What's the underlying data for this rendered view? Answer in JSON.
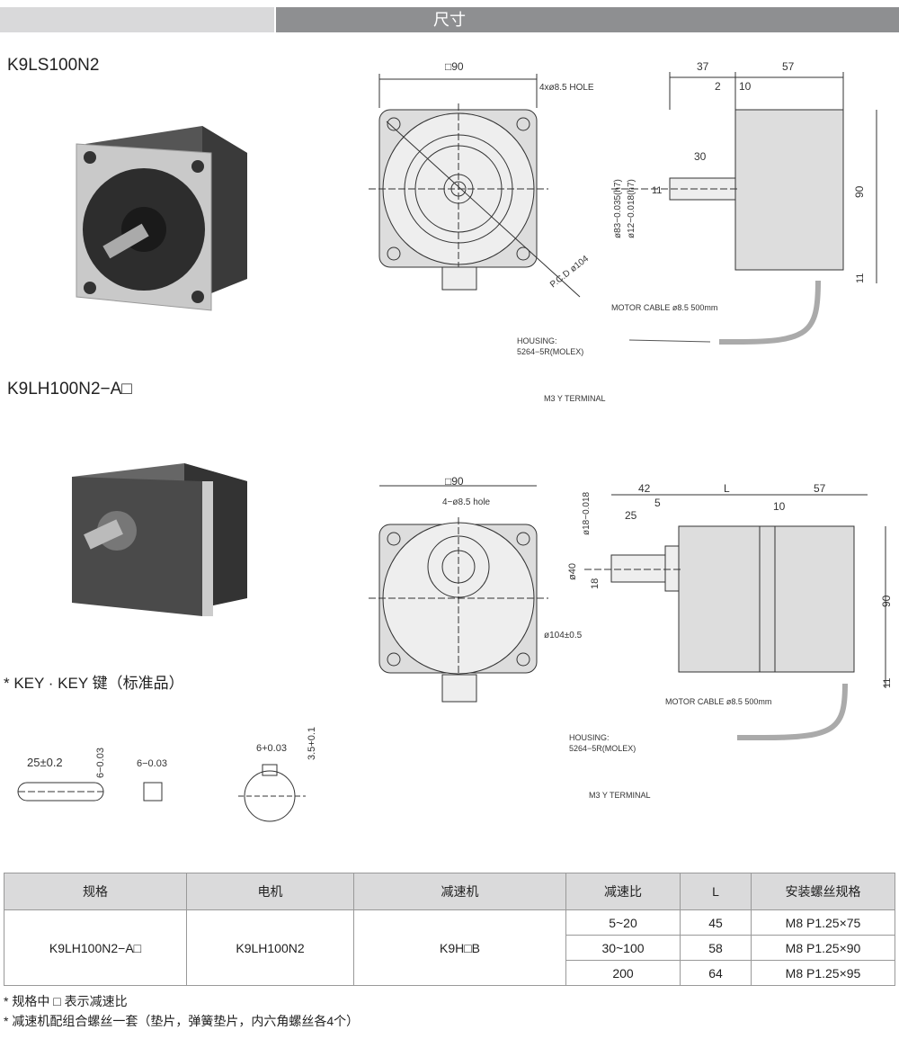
{
  "header": {
    "title": "尺寸"
  },
  "models": {
    "top": "K9LS100N2",
    "bottom": "K9LH100N2−A□"
  },
  "key_label": "* KEY · KEY 键（标准品）",
  "drawing_top": {
    "front_dims": {
      "square": "□90",
      "hole": "4xø8.5 HOLE",
      "pcd": "P.C.D ø104"
    },
    "side_dims": {
      "d37": "37",
      "d57": "57",
      "d2": "2",
      "d10": "10",
      "d30": "30",
      "d11a": "11",
      "d90": "90",
      "d11b": "11",
      "dia83": "ø83−0.035(h7)",
      "dia12": "ø12−0.018(h7)"
    },
    "cable": "MOTOR CABLE ø8.5 500mm",
    "housing1": "HOUSING:",
    "housing2": "5264−5R(MOLEX)",
    "terminal": "M3 Y TERMINAL"
  },
  "drawing_bottom": {
    "front_dims": {
      "square": "□90",
      "hole": "4−ø8.5 hole",
      "dia104": "ø104±0.5"
    },
    "side_dims": {
      "d42": "42",
      "dL": "L",
      "d57": "57",
      "d25": "25",
      "d5": "5",
      "d10": "10",
      "d40": "ø40",
      "d18": "18",
      "d90": "90",
      "d11": "11",
      "dia18": "ø18−0.018"
    },
    "cable": "MOTOR CABLE ø8.5 500mm",
    "housing1": "HOUSING:",
    "housing2": "5264−5R(MOLEX)",
    "terminal": "M3 Y TERMINAL"
  },
  "key_dims": {
    "len": "25±0.2",
    "w1": "6−0.03",
    "w2": "6−0.03",
    "w3": "6+0.03",
    "h": "3.5+0.1"
  },
  "table": {
    "headers": [
      "规格",
      "电机",
      "减速机",
      "减速比",
      "L",
      "安装螺丝规格"
    ],
    "spec": "K9LH100N2−A□",
    "motor": "K9LH100N2",
    "gearbox": "K9H□B",
    "rows": [
      {
        "ratio": "5~20",
        "L": "45",
        "screw": "M8  P1.25×75"
      },
      {
        "ratio": "30~100",
        "L": "58",
        "screw": "M8  P1.25×90"
      },
      {
        "ratio": "200",
        "L": "64",
        "screw": "M8  P1.25×95"
      }
    ]
  },
  "notes": [
    "* 规格中 □ 表示减速比",
    "* 减速机配组合螺丝一套（垫片，弹簧垫片，内六角螺丝各4个）"
  ]
}
